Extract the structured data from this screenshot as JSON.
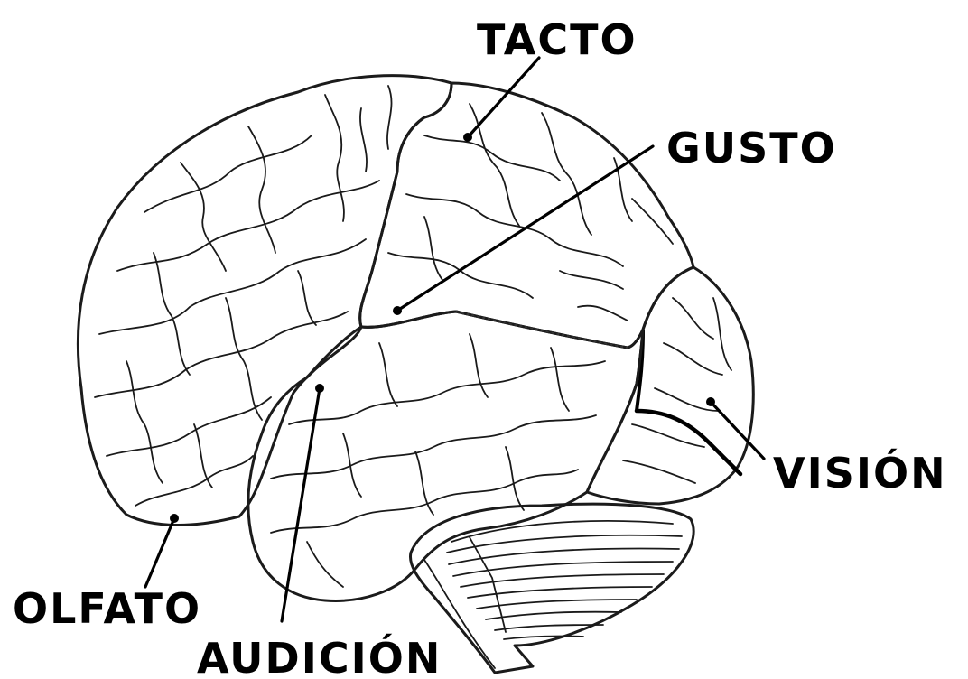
{
  "diagram": {
    "regions": [
      {
        "id": "frontal",
        "color": "#bcdcea"
      },
      {
        "id": "parietal",
        "color": "#fdf58e"
      },
      {
        "id": "temporal",
        "color": "#b3c98f"
      },
      {
        "id": "occipital",
        "color": "#f0a2b1"
      },
      {
        "id": "cerebellum",
        "color": "#ffffff"
      }
    ],
    "labels": {
      "tacto": "TACTO",
      "gusto": "GUSTO",
      "vision": "VISIÓN",
      "olfato": "OLFATO",
      "audicion": "AUDICIÓN"
    }
  }
}
